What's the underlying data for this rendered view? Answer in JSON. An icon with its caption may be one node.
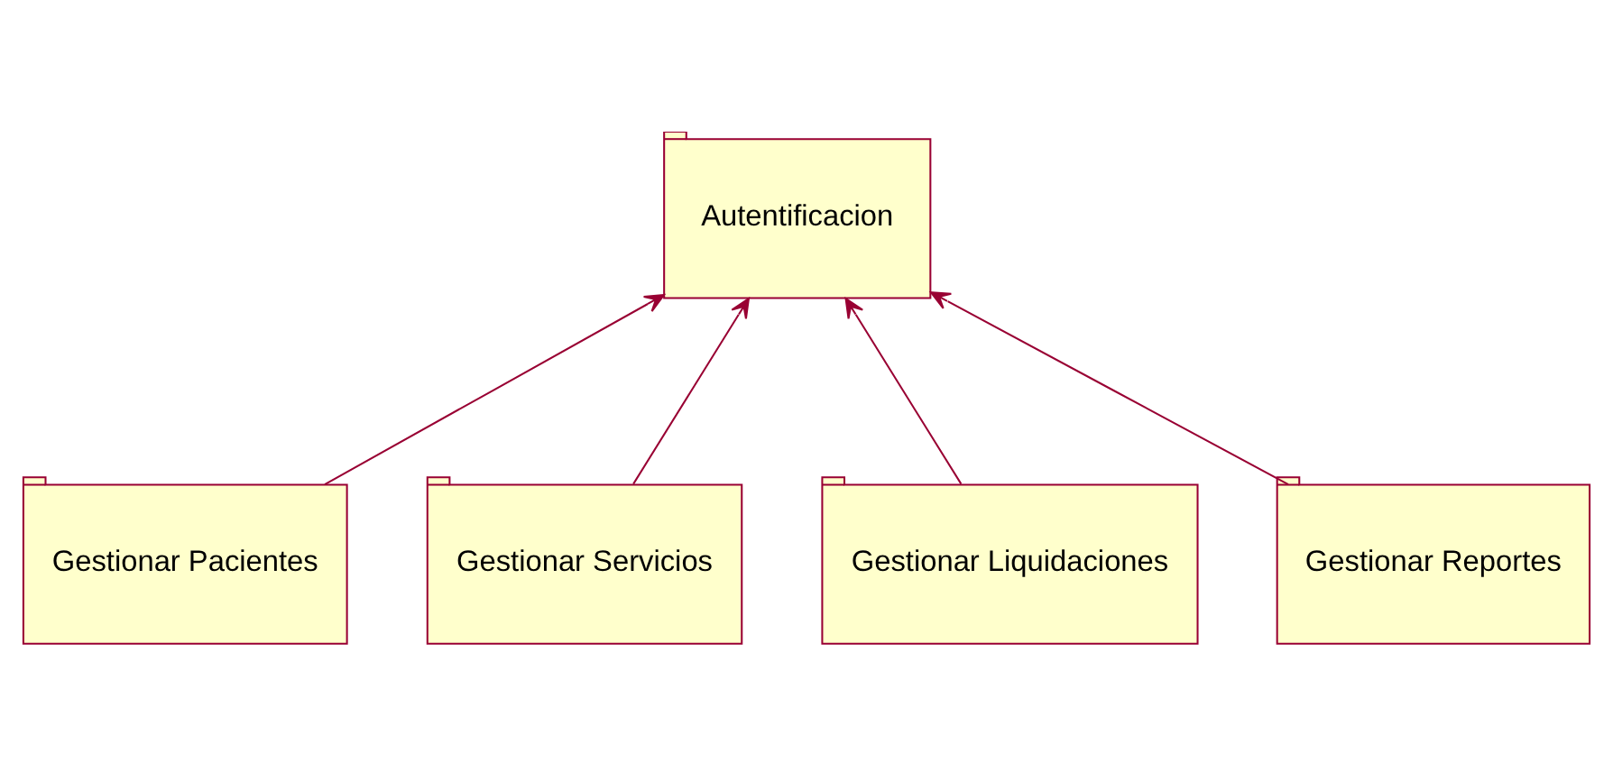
{
  "diagram": {
    "nodes": [
      {
        "text": [
          "Autentificacion"
        ]
      },
      {
        "text": [
          "Gestionar Pacientes"
        ]
      },
      {
        "text": [
          "Gestionar Servicios"
        ]
      },
      {
        "text": [
          "Gestionar Liquidaciones"
        ]
      },
      {
        "text": [
          "Gestionar Reportes"
        ]
      }
    ],
    "edges": [
      {
        "from": 1,
        "to": 0,
        "arrow": "to"
      },
      {
        "from": 2,
        "to": 0,
        "arrow": "to"
      },
      {
        "from": 3,
        "to": 0,
        "arrow": "to"
      },
      {
        "from": 4,
        "to": 0,
        "arrow": "to"
      }
    ]
  }
}
